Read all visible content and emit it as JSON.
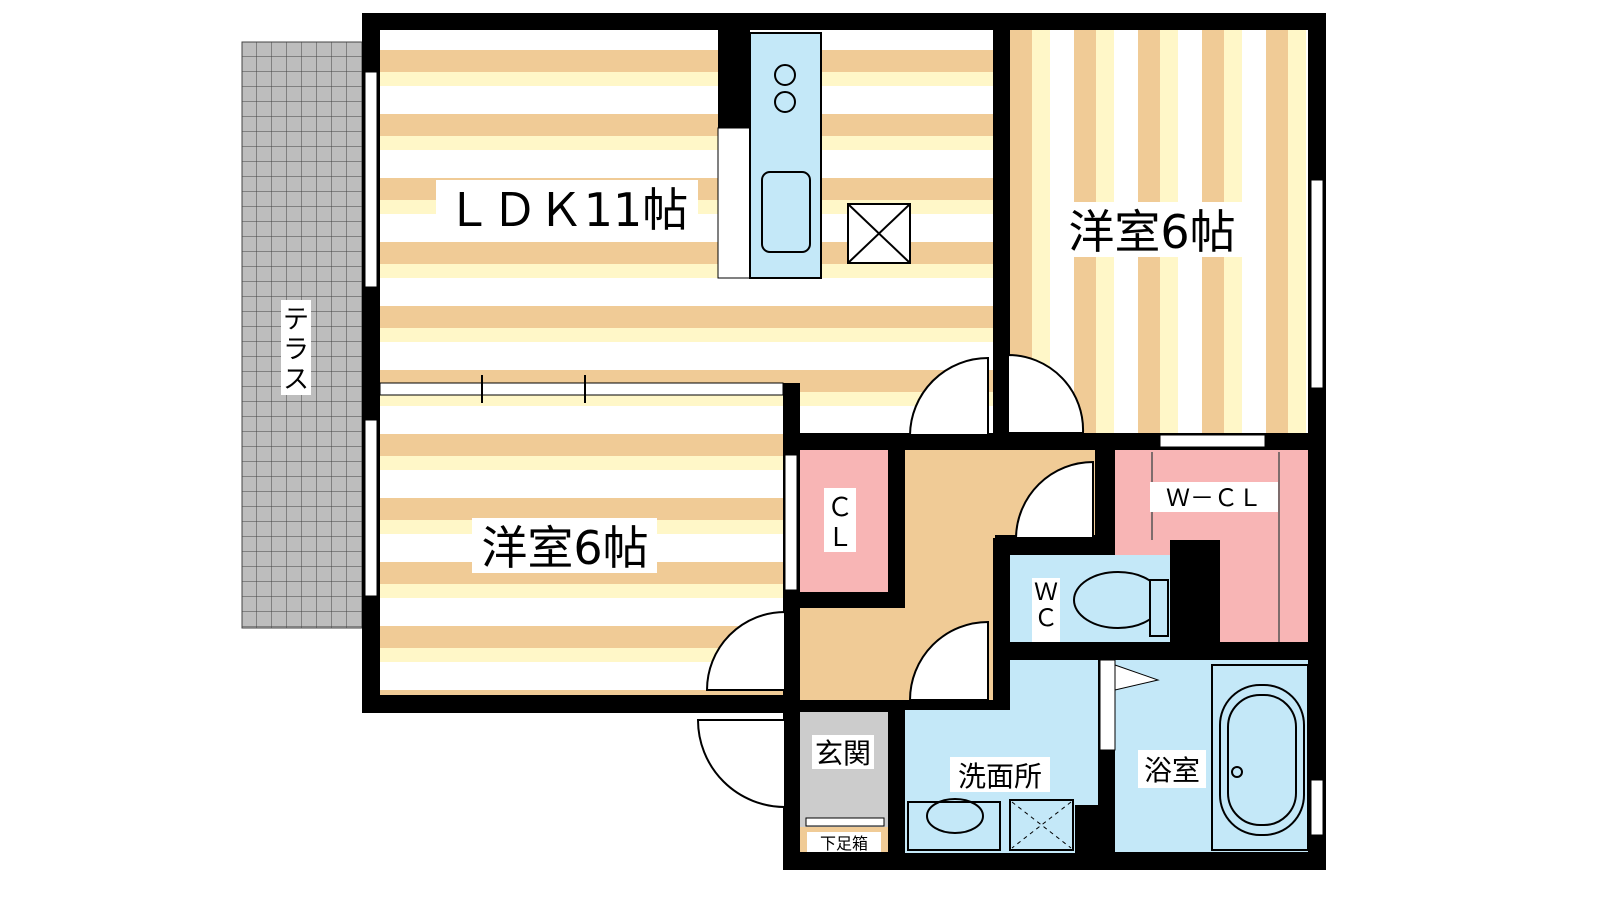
{
  "rooms": {
    "ldk": "ＬＤＫ11帖",
    "western_right": "洋室6帖",
    "western_left": "洋室6帖",
    "closet": [
      "Ｃ",
      "Ｌ"
    ],
    "walk_in_closet": "Ｗ－ＣＬ",
    "toilet": [
      "Ｗ",
      "Ｃ"
    ],
    "entrance": "玄関",
    "shoe_box": "下足箱",
    "washroom": "洗面所",
    "bathroom": "浴室",
    "terrace": [
      "テ",
      "ラ",
      "ス"
    ]
  },
  "colors": {
    "wall": "#000000",
    "floor_tan": "#f0cb96",
    "floor_cream": "#fff7c8",
    "pink": "#f8b5b5",
    "blue": "#c4e8f8",
    "gray": "#cccccc",
    "terrace": "#bdbdbd"
  }
}
